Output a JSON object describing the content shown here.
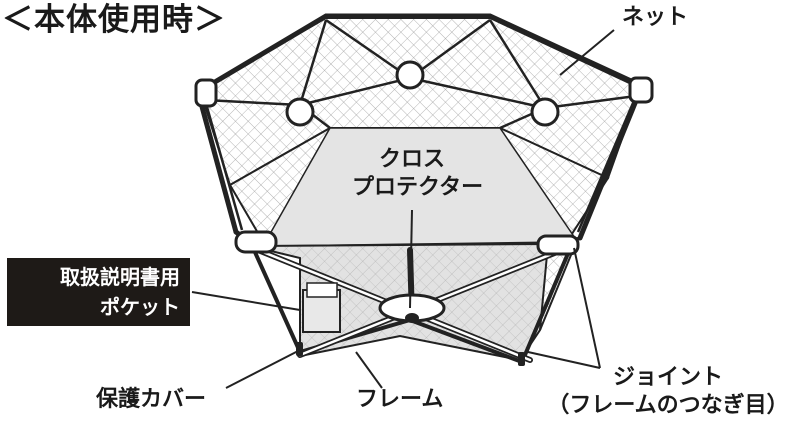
{
  "title": "＜本体使用時＞",
  "labels": {
    "net": "ネット",
    "cross_protector_line1": "クロス",
    "cross_protector_line2": "プロテクター",
    "manual_pocket_line1": "取扱説明書用",
    "manual_pocket_line2": "ポケット",
    "protective_cover": "保護カバー",
    "frame": "フレーム",
    "joint": "ジョイント",
    "joint_note": "（フレームのつなぎ目）"
  }
}
